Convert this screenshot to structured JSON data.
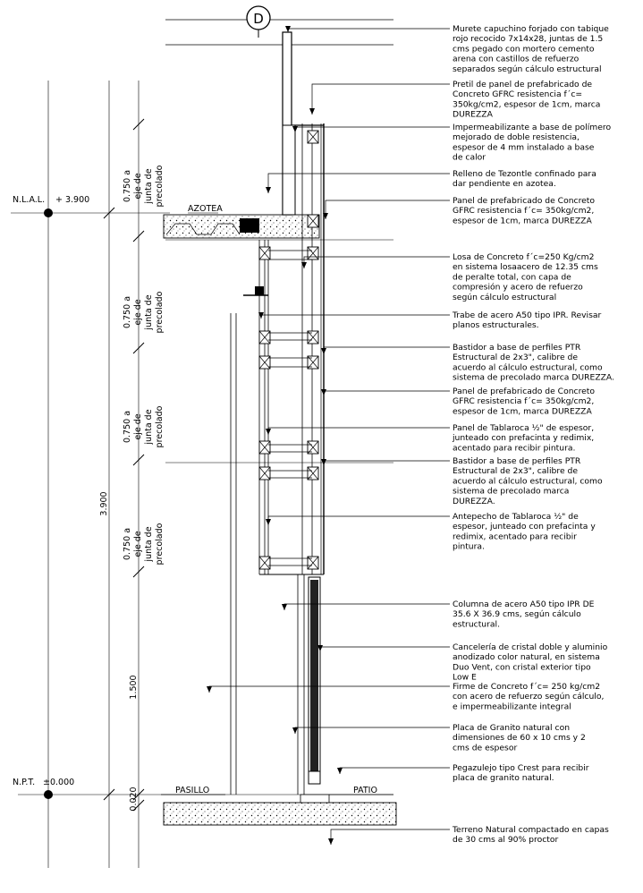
{
  "grid_axis": {
    "label": "D"
  },
  "levels": {
    "roof": {
      "prefix": "N.L.A.L.",
      "value": "+ 3.900"
    },
    "floor": {
      "prefix": "N.P.T.",
      "value": "±0.000"
    }
  },
  "rooms": {
    "roof": "AZOTEA",
    "left": "PASILLO",
    "right": "PATIO"
  },
  "dimensions": {
    "panel_lines": [
      "0.750 a",
      "eje de",
      "junta de",
      "precolado"
    ],
    "total_height": "3.900",
    "window_height": "1.500",
    "floor_thickness": "0.020"
  },
  "notes": [
    {
      "lines": [
        "Murete capuchino forjado con tabique",
        "rojo recocido 7x14x28, juntas de 1.5",
        "cms pegado con mortero cemento",
        "arena con castillos de refuerzo",
        "separados según cálculo estructural"
      ]
    },
    {
      "lines": [
        "Pretil de panel de prefabricado de",
        "Concreto GFRC resistencia f´c=",
        "350kg/cm2, espesor de 1cm, marca",
        "DUREZZA"
      ]
    },
    {
      "lines": [
        "Impermeabilizante a base de polímero",
        "mejorado de doble resistencia,",
        "espesor de 4 mm instalado a base",
        "de calor"
      ]
    },
    {
      "lines": [
        "Relleno de Tezontle confinado para",
        "dar pendiente en azotea."
      ]
    },
    {
      "lines": [
        "Panel de prefabricado de Concreto",
        "GFRC resistencia f´c= 350kg/cm2,",
        "espesor de 1cm, marca DUREZZA"
      ]
    },
    {
      "lines": [
        "Losa de Concreto f´c=250 Kg/cm2",
        "en sistema losaacero de 12.35 cms",
        "de peralte total, con capa de",
        "compresión y acero de refuerzo",
        "según cálculo estructural"
      ]
    },
    {
      "lines": [
        "Trabe de acero A50 tipo IPR. Revisar",
        "planos estructurales."
      ]
    },
    {
      "lines": [
        "Bastidor a base de perfiles PTR",
        "Estructural de 2x3\", calibre de",
        "acuerdo al cálculo estructural, como",
        "sistema de precolado marca DUREZZA."
      ]
    },
    {
      "lines": [
        "Panel de prefabricado de Concreto",
        "GFRC resistencia f´c= 350kg/cm2,",
        "espesor de 1cm, marca DUREZZA"
      ]
    },
    {
      "lines": [
        "Panel de Tablaroca ½\" de espesor,",
        "junteado con prefacinta y redimix,",
        "acentado para recibir pintura."
      ]
    },
    {
      "lines": [
        "Bastidor a base de perfiles PTR",
        "Estructural de 2x3\", calibre de",
        "acuerdo al cálculo estructural, como",
        "sistema de precolado marca",
        "DUREZZA."
      ]
    },
    {
      "lines": [
        "Antepecho de Tablaroca ½\" de",
        "espesor, junteado con prefacinta y",
        "redimix, acentado para recibir",
        "pintura."
      ]
    },
    {
      "lines": [
        "Columna de acero A50 tipo IPR DE",
        "35.6 X 36.9 cms, según cálculo",
        "estructural."
      ]
    },
    {
      "lines": [
        "Cancelería de cristal doble y aluminio",
        "anodizado color natural, en sistema",
        "Duo Vent, con cristal exterior tipo",
        "Low E"
      ]
    },
    {
      "lines": [
        "Firme de Concreto f´c= 250 kg/cm2",
        "con acero de refuerzo según cálculo,",
        "e impermeabilizante integral"
      ]
    },
    {
      "lines": [
        "Placa de Granito natural con",
        "dimensiones de 60 x 10 cms y 2",
        "cms de espesor"
      ]
    },
    {
      "lines": [
        "Pegazulejo tipo Crest para recibir",
        "placa de granito natural."
      ]
    },
    {
      "lines": [
        "Terreno Natural compactado en capas",
        "de 30 cms al 90% proctor"
      ]
    }
  ]
}
